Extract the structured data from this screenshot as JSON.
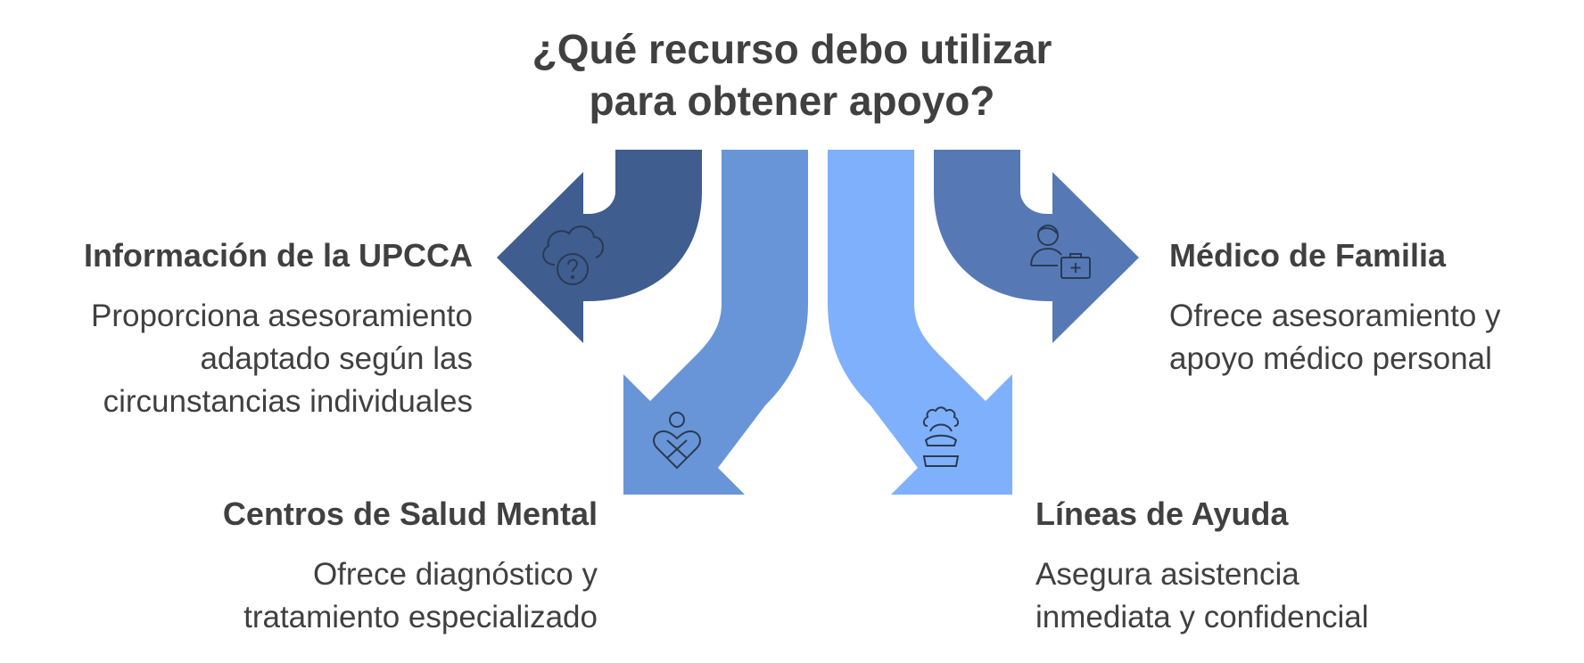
{
  "title": {
    "line1": "¿Qué recurso debo utilizar",
    "line2": "para obtener apoyo?"
  },
  "colors": {
    "text": "#404040",
    "arrow_upcca": "#3f5d8f",
    "arrow_centros": "#6895d7",
    "arrow_lineas": "#7fb0fb",
    "arrow_medico": "#5679b6",
    "icon_stroke": "#2b3a52"
  },
  "items": [
    {
      "id": "upcca",
      "heading": "Información de la UPCCA",
      "description": [
        "Proporciona asesoramiento",
        "adaptado según las",
        "circunstancias individuales"
      ],
      "icon": "cloud-question-icon"
    },
    {
      "id": "centros",
      "heading": "Centros de Salud Mental",
      "description": [
        "Ofrece diagnóstico y",
        "tratamiento especializado"
      ],
      "icon": "person-heart-icon"
    },
    {
      "id": "lineas",
      "heading": "Líneas de Ayuda",
      "description": [
        "Asegura asistencia",
        "inmediata y confidencial"
      ],
      "icon": "telephone-icon"
    },
    {
      "id": "medico",
      "heading": "Médico de Familia",
      "description": [
        "Ofrece asesoramiento y",
        "apoyo médico personal"
      ],
      "icon": "doctor-medkit-icon"
    }
  ]
}
